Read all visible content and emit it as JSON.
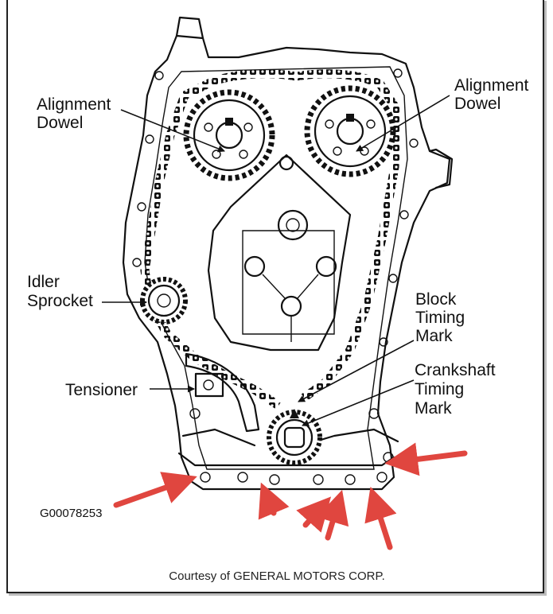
{
  "labels": {
    "alignment_dowel_left": [
      "Alignment",
      "Dowel"
    ],
    "alignment_dowel_right": [
      "Alignment",
      "Dowel"
    ],
    "idler_sprocket": [
      "Idler",
      "Sprocket"
    ],
    "tensioner": "Tensioner",
    "block_timing_mark": [
      "Block",
      "Timing",
      "Mark"
    ],
    "crankshaft_timing_mark": [
      "Crankshaft",
      "Timing",
      "Mark"
    ]
  },
  "figure_code": "G00078253",
  "credit": "Courtesy of GENERAL MOTORS CORP.",
  "colors": {
    "line": "#111111",
    "arrow": "#e0463f",
    "background": "#ffffff"
  },
  "icons": {
    "callout_arrow": "red-arrow-icon"
  }
}
